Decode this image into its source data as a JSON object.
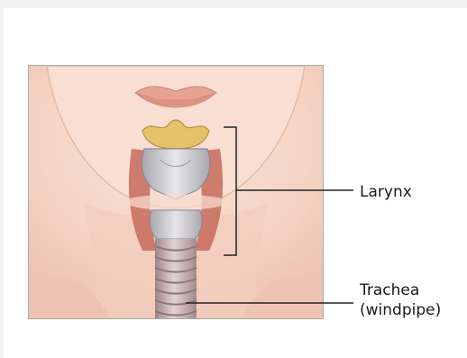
{
  "labels": {
    "larynx": "Larynx",
    "trachea_line1": "Trachea",
    "trachea_line2": "(windpipe)"
  },
  "colors": {
    "skin": "#f7d9cc",
    "skin_shadow": "#e9b8a8",
    "lips": "#e8a593",
    "cartilage": "#c9ccd0",
    "epiglottis": "#e8c46a",
    "muscle": "#c7685a",
    "trachea_ring": "#b9a2a6",
    "callout": "#222222",
    "frame_border": "#a9a9a9"
  }
}
